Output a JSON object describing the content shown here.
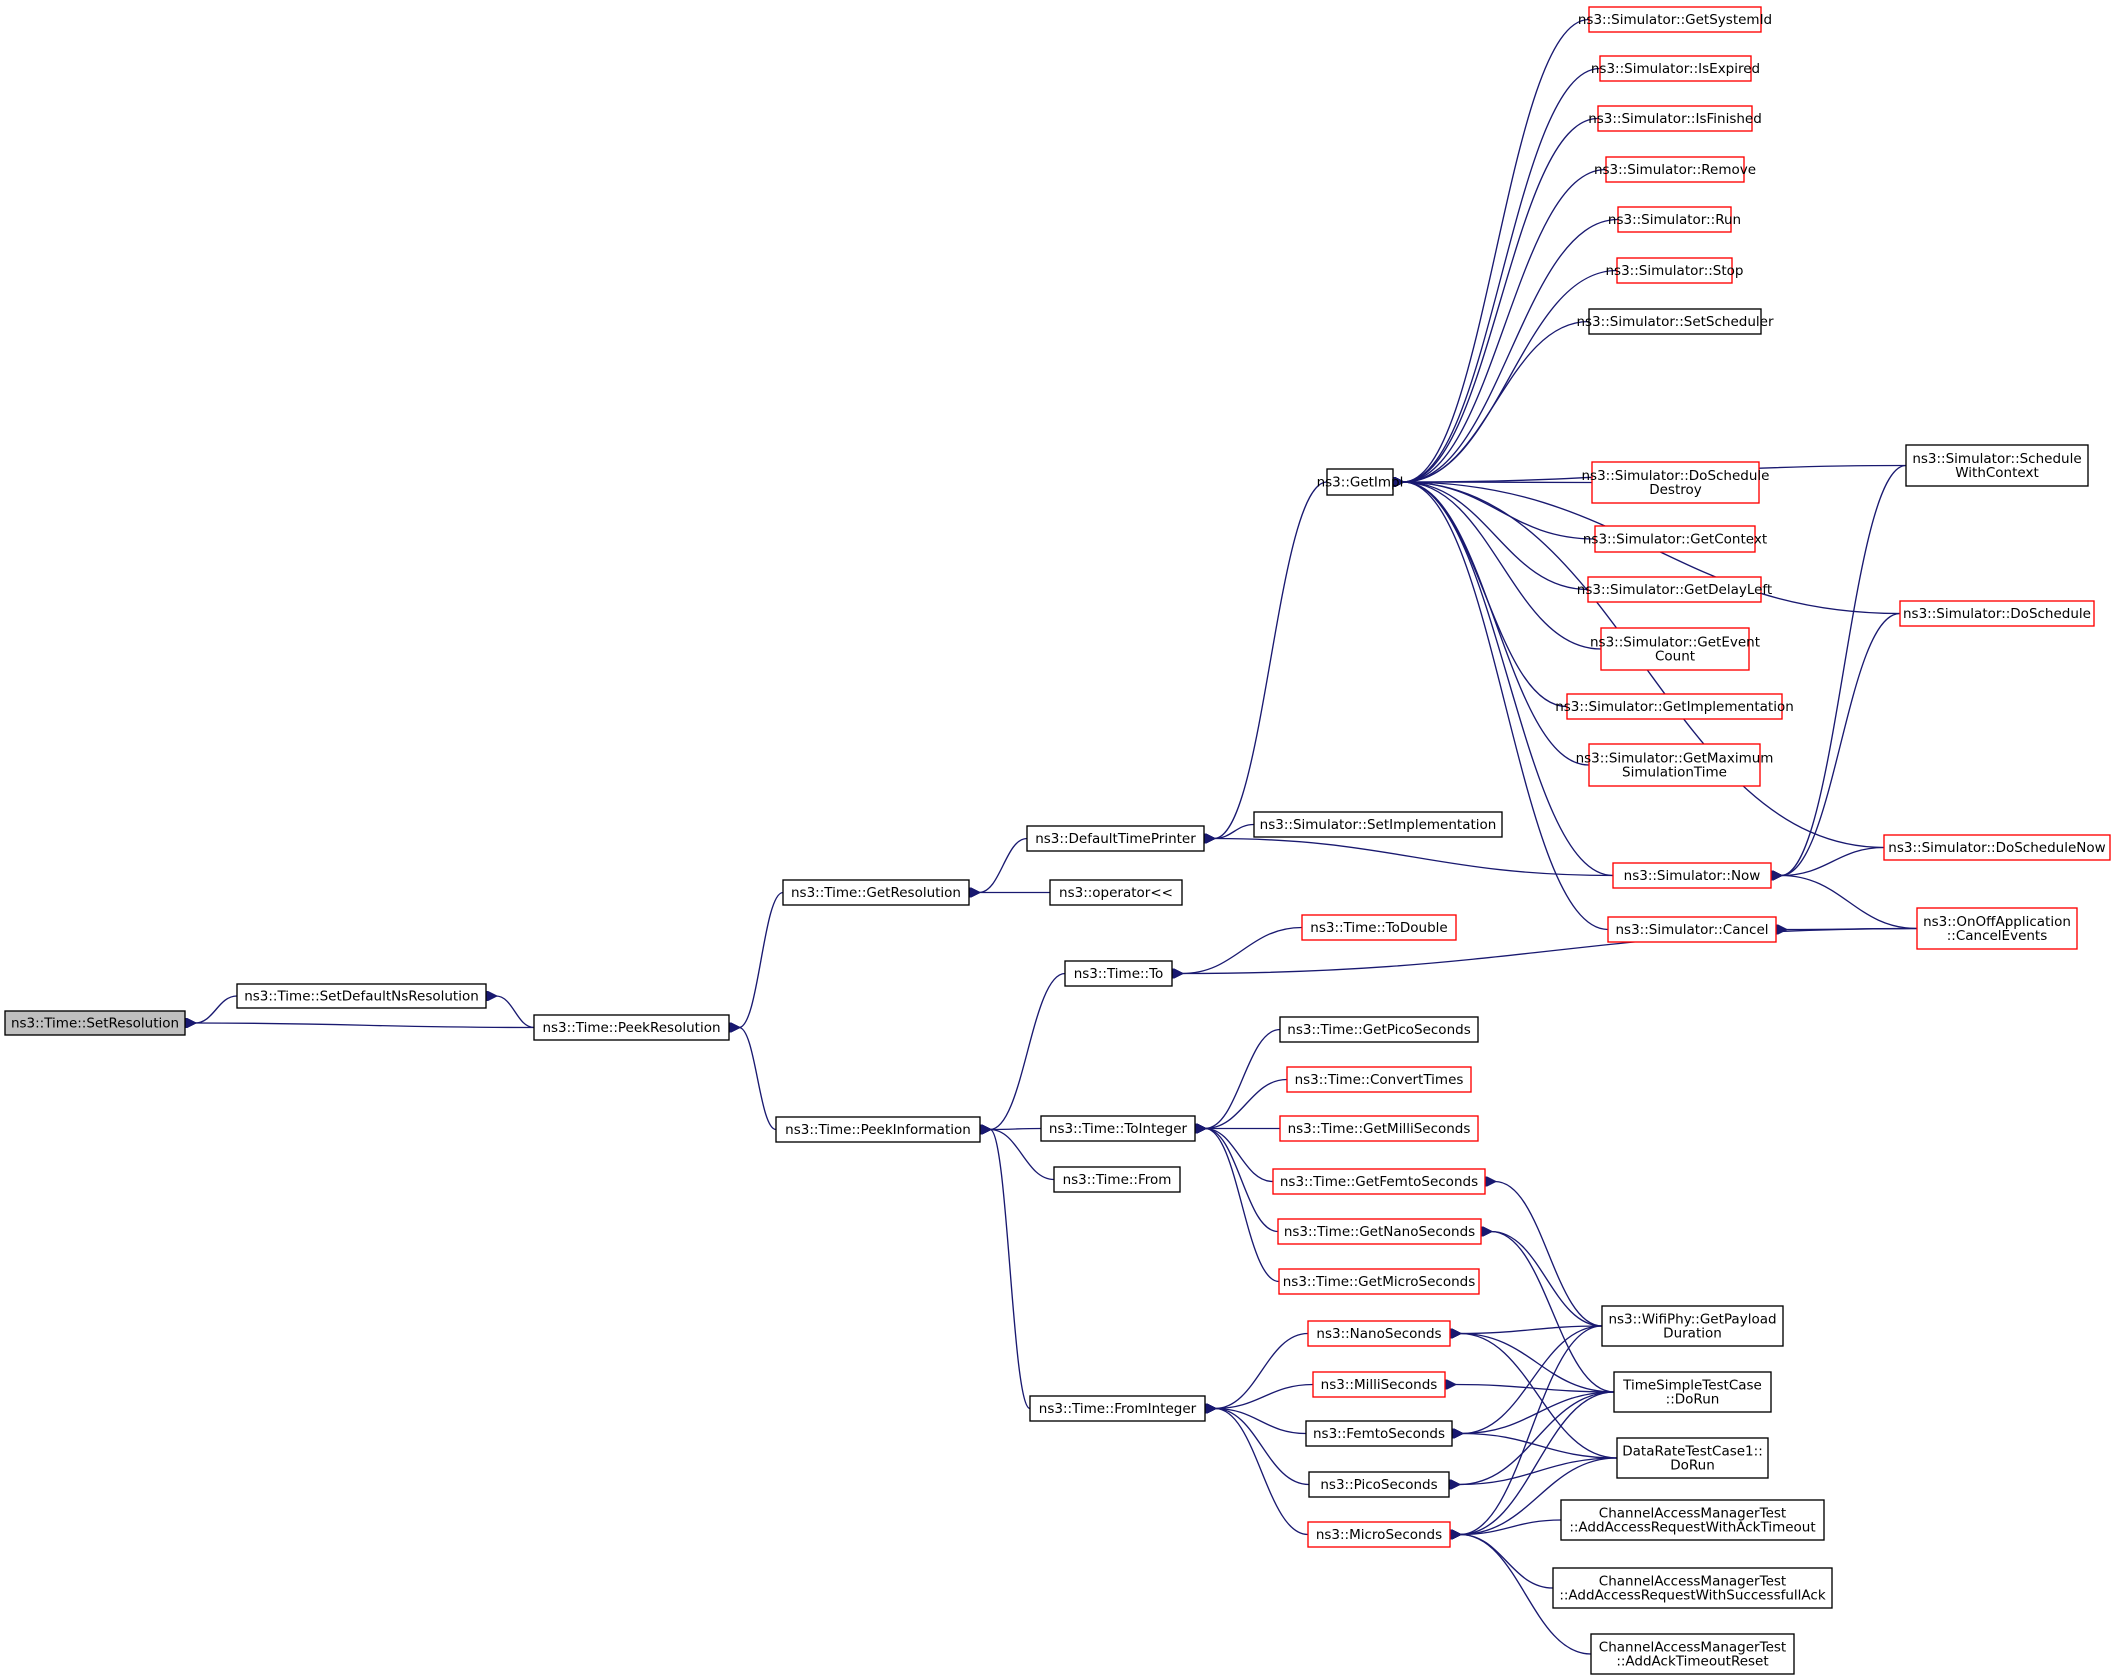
{
  "colors": {
    "edge": "#191970",
    "node_border_default": "#000000",
    "node_border_truncated": "#ff0000",
    "node_fill_root": "#bfbfbf",
    "node_fill_default": "#ffffff"
  },
  "nodes": [
    {
      "id": "setres",
      "lines": [
        "ns3::Time::SetResolution"
      ],
      "style": "root"
    },
    {
      "id": "setdef",
      "lines": [
        "ns3::Time::SetDefaultNsResolution"
      ],
      "style": "normal"
    },
    {
      "id": "peekres",
      "lines": [
        "ns3::Time::PeekResolution"
      ],
      "style": "normal"
    },
    {
      "id": "getres",
      "lines": [
        "ns3::Time::GetResolution"
      ],
      "style": "normal"
    },
    {
      "id": "peekinfo",
      "lines": [
        "ns3::Time::PeekInformation"
      ],
      "style": "normal"
    },
    {
      "id": "deftp",
      "lines": [
        "ns3::DefaultTimePrinter"
      ],
      "style": "normal"
    },
    {
      "id": "oplt",
      "lines": [
        "ns3::operator<<"
      ],
      "style": "normal"
    },
    {
      "id": "getimpl",
      "lines": [
        "ns3::GetImpl"
      ],
      "style": "normal"
    },
    {
      "id": "setimpl",
      "lines": [
        "ns3::Simulator::SetImplementation"
      ],
      "style": "normal"
    },
    {
      "id": "getsysid",
      "lines": [
        "ns3::Simulator::GetSystemId"
      ],
      "style": "truncated"
    },
    {
      "id": "isexp",
      "lines": [
        "ns3::Simulator::IsExpired"
      ],
      "style": "truncated"
    },
    {
      "id": "isfin",
      "lines": [
        "ns3::Simulator::IsFinished"
      ],
      "style": "truncated"
    },
    {
      "id": "remove",
      "lines": [
        "ns3::Simulator::Remove"
      ],
      "style": "truncated"
    },
    {
      "id": "run",
      "lines": [
        "ns3::Simulator::Run"
      ],
      "style": "truncated"
    },
    {
      "id": "stop",
      "lines": [
        "ns3::Simulator::Stop"
      ],
      "style": "truncated"
    },
    {
      "id": "setsched",
      "lines": [
        "ns3::Simulator::SetScheduler"
      ],
      "style": "normal"
    },
    {
      "id": "dosd",
      "lines": [
        "ns3::Simulator::DoSchedule",
        "Destroy"
      ],
      "style": "truncated"
    },
    {
      "id": "getctx",
      "lines": [
        "ns3::Simulator::GetContext"
      ],
      "style": "truncated"
    },
    {
      "id": "getdl",
      "lines": [
        "ns3::Simulator::GetDelayLeft"
      ],
      "style": "truncated"
    },
    {
      "id": "getec",
      "lines": [
        "ns3::Simulator::GetEvent",
        "Count"
      ],
      "style": "truncated"
    },
    {
      "id": "getimpl2",
      "lines": [
        "ns3::Simulator::GetImplementation"
      ],
      "style": "truncated"
    },
    {
      "id": "getmax",
      "lines": [
        "ns3::Simulator::GetMaximum",
        "SimulationTime"
      ],
      "style": "truncated"
    },
    {
      "id": "now",
      "lines": [
        "ns3::Simulator::Now"
      ],
      "style": "truncated"
    },
    {
      "id": "cancel",
      "lines": [
        "ns3::Simulator::Cancel"
      ],
      "style": "truncated"
    },
    {
      "id": "swc",
      "lines": [
        "ns3::Simulator::Schedule",
        "WithContext"
      ],
      "style": "normal"
    },
    {
      "id": "dosched",
      "lines": [
        "ns3::Simulator::DoSchedule"
      ],
      "style": "truncated"
    },
    {
      "id": "dosnow",
      "lines": [
        "ns3::Simulator::DoScheduleNow"
      ],
      "style": "truncated"
    },
    {
      "id": "onoff",
      "lines": [
        "ns3::OnOffApplication",
        "::CancelEvents"
      ],
      "style": "truncated"
    },
    {
      "id": "to",
      "lines": [
        "ns3::Time::To"
      ],
      "style": "normal"
    },
    {
      "id": "todouble",
      "lines": [
        "ns3::Time::ToDouble"
      ],
      "style": "truncated"
    },
    {
      "id": "toint",
      "lines": [
        "ns3::Time::ToInteger"
      ],
      "style": "normal"
    },
    {
      "id": "from",
      "lines": [
        "ns3::Time::From"
      ],
      "style": "normal"
    },
    {
      "id": "getpico",
      "lines": [
        "ns3::Time::GetPicoSeconds"
      ],
      "style": "normal"
    },
    {
      "id": "convt",
      "lines": [
        "ns3::Time::ConvertTimes"
      ],
      "style": "truncated"
    },
    {
      "id": "getmilli",
      "lines": [
        "ns3::Time::GetMilliSeconds"
      ],
      "style": "truncated"
    },
    {
      "id": "getfemto",
      "lines": [
        "ns3::Time::GetFemtoSeconds"
      ],
      "style": "truncated"
    },
    {
      "id": "getnano",
      "lines": [
        "ns3::Time::GetNanoSeconds"
      ],
      "style": "truncated"
    },
    {
      "id": "getmicro",
      "lines": [
        "ns3::Time::GetMicroSeconds"
      ],
      "style": "truncated"
    },
    {
      "id": "fromint",
      "lines": [
        "ns3::Time::FromInteger"
      ],
      "style": "normal"
    },
    {
      "id": "nanos",
      "lines": [
        "ns3::NanoSeconds"
      ],
      "style": "truncated"
    },
    {
      "id": "millis",
      "lines": [
        "ns3::MilliSeconds"
      ],
      "style": "truncated"
    },
    {
      "id": "femtos",
      "lines": [
        "ns3::FemtoSeconds"
      ],
      "style": "normal"
    },
    {
      "id": "picos",
      "lines": [
        "ns3::PicoSeconds"
      ],
      "style": "normal"
    },
    {
      "id": "micros",
      "lines": [
        "ns3::MicroSeconds"
      ],
      "style": "truncated"
    },
    {
      "id": "wifipl",
      "lines": [
        "ns3::WifiPhy::GetPayload",
        "Duration"
      ],
      "style": "normal"
    },
    {
      "id": "tstc",
      "lines": [
        "TimeSimpleTestCase",
        "::DoRun"
      ],
      "style": "normal"
    },
    {
      "id": "drtc",
      "lines": [
        "DataRateTestCase1::",
        "DoRun"
      ],
      "style": "normal"
    },
    {
      "id": "cam1",
      "lines": [
        "ChannelAccessManagerTest",
        "::AddAccessRequestWithAckTimeout"
      ],
      "style": "normal"
    },
    {
      "id": "cam2",
      "lines": [
        "ChannelAccessManagerTest",
        "::AddAccessRequestWithSuccessfullAck"
      ],
      "style": "normal"
    },
    {
      "id": "cam3",
      "lines": [
        "ChannelAccessManagerTest",
        "::AddAckTimeoutReset"
      ],
      "style": "normal"
    }
  ],
  "edges": [
    [
      "setres",
      "setdef"
    ],
    [
      "setres",
      "peekres"
    ],
    [
      "setdef",
      "peekres"
    ],
    [
      "peekres",
      "getres"
    ],
    [
      "peekres",
      "peekinfo"
    ],
    [
      "getres",
      "deftp"
    ],
    [
      "getres",
      "oplt"
    ],
    [
      "deftp",
      "getimpl"
    ],
    [
      "deftp",
      "setimpl"
    ],
    [
      "deftp",
      "now"
    ],
    [
      "getimpl",
      "getsysid"
    ],
    [
      "getimpl",
      "isexp"
    ],
    [
      "getimpl",
      "isfin"
    ],
    [
      "getimpl",
      "remove"
    ],
    [
      "getimpl",
      "run"
    ],
    [
      "getimpl",
      "stop"
    ],
    [
      "getimpl",
      "setsched"
    ],
    [
      "getimpl",
      "swc"
    ],
    [
      "getimpl",
      "dosched"
    ],
    [
      "getimpl",
      "dosd"
    ],
    [
      "getimpl",
      "getctx"
    ],
    [
      "getimpl",
      "getdl"
    ],
    [
      "getimpl",
      "getec"
    ],
    [
      "getimpl",
      "getimpl2"
    ],
    [
      "getimpl",
      "getmax"
    ],
    [
      "getimpl",
      "dosnow"
    ],
    [
      "getimpl",
      "now"
    ],
    [
      "getimpl",
      "cancel"
    ],
    [
      "now",
      "swc"
    ],
    [
      "now",
      "dosched"
    ],
    [
      "now",
      "dosnow"
    ],
    [
      "now",
      "onoff"
    ],
    [
      "cancel",
      "onoff"
    ],
    [
      "peekinfo",
      "to"
    ],
    [
      "peekinfo",
      "toint"
    ],
    [
      "peekinfo",
      "from"
    ],
    [
      "peekinfo",
      "fromint"
    ],
    [
      "to",
      "todouble"
    ],
    [
      "to",
      "onoff"
    ],
    [
      "toint",
      "getpico"
    ],
    [
      "toint",
      "convt"
    ],
    [
      "toint",
      "getmilli"
    ],
    [
      "toint",
      "getfemto"
    ],
    [
      "toint",
      "getnano"
    ],
    [
      "toint",
      "getmicro"
    ],
    [
      "getfemto",
      "wifipl"
    ],
    [
      "getnano",
      "wifipl"
    ],
    [
      "getnano",
      "tstc"
    ],
    [
      "fromint",
      "nanos"
    ],
    [
      "fromint",
      "millis"
    ],
    [
      "fromint",
      "femtos"
    ],
    [
      "fromint",
      "picos"
    ],
    [
      "fromint",
      "micros"
    ],
    [
      "nanos",
      "wifipl"
    ],
    [
      "nanos",
      "tstc"
    ],
    [
      "nanos",
      "drtc"
    ],
    [
      "millis",
      "tstc"
    ],
    [
      "femtos",
      "wifipl"
    ],
    [
      "femtos",
      "tstc"
    ],
    [
      "femtos",
      "drtc"
    ],
    [
      "picos",
      "tstc"
    ],
    [
      "picos",
      "drtc"
    ],
    [
      "micros",
      "wifipl"
    ],
    [
      "micros",
      "tstc"
    ],
    [
      "micros",
      "drtc"
    ],
    [
      "micros",
      "cam1"
    ],
    [
      "micros",
      "cam2"
    ],
    [
      "micros",
      "cam3"
    ]
  ]
}
